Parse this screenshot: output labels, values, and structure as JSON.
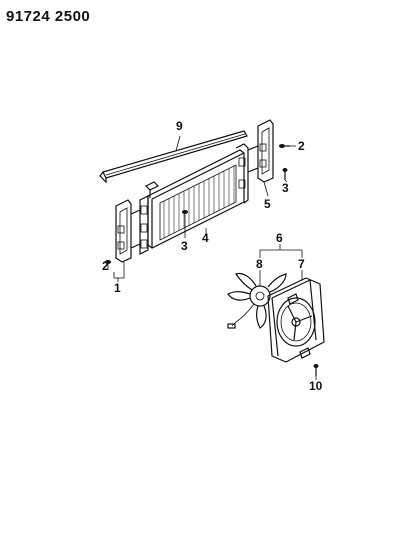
{
  "header": {
    "code": "91724 2500"
  },
  "callouts": [
    {
      "id": "c1",
      "label": "1"
    },
    {
      "id": "c2a",
      "label": "2"
    },
    {
      "id": "c2b",
      "label": "2"
    },
    {
      "id": "c3a",
      "label": "3"
    },
    {
      "id": "c3b",
      "label": "3"
    },
    {
      "id": "c4",
      "label": "4"
    },
    {
      "id": "c5",
      "label": "5"
    },
    {
      "id": "c6",
      "label": "6"
    },
    {
      "id": "c7",
      "label": "7"
    },
    {
      "id": "c8",
      "label": "8"
    },
    {
      "id": "c9",
      "label": "9"
    },
    {
      "id": "c10",
      "label": "10"
    }
  ]
}
